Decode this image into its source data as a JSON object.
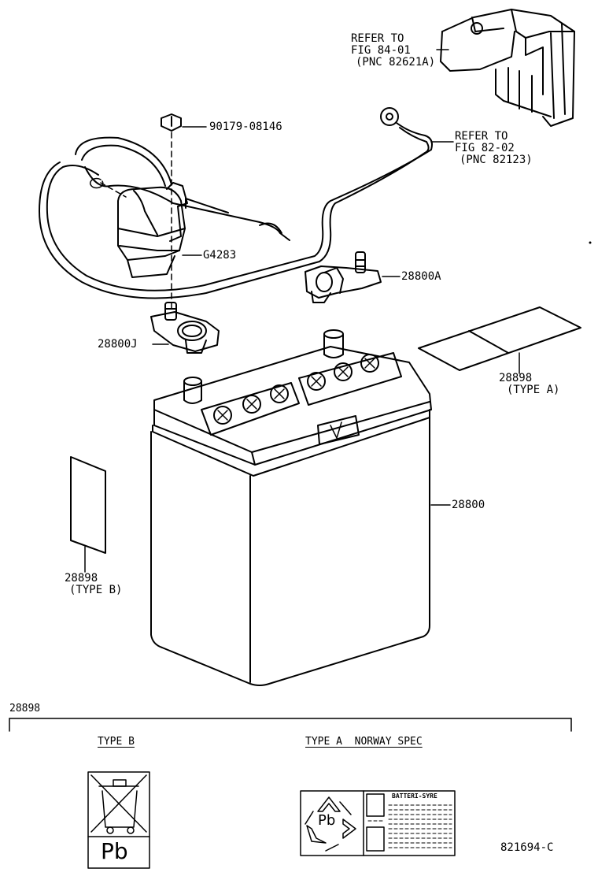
{
  "callouts": {
    "refer_84_line1": "REFER TO",
    "refer_84_line2": "FIG 84-01",
    "refer_84_line3": "(PNC 82621A)",
    "refer_82_line1": "REFER TO",
    "refer_82_line2": "FIG 82-02",
    "refer_82_line3": "(PNC 82123)",
    "bolt": "90179-08146",
    "cover": "G4283",
    "clamp_a": "28800A",
    "clamp_j": "28800J",
    "battery": "28800",
    "label_a_part": "28898",
    "label_a_type": "(TYPE A)",
    "label_b_part": "28898",
    "label_b_type": "(TYPE B)"
  },
  "detail": {
    "section_part": "28898",
    "type_b_heading": "TYPE B",
    "type_a_heading": "TYPE A  NORWAY SPEC",
    "pb_symbol": "Pb",
    "label_header": "BATTERI-SYRE",
    "figure_id": "821694-C"
  }
}
